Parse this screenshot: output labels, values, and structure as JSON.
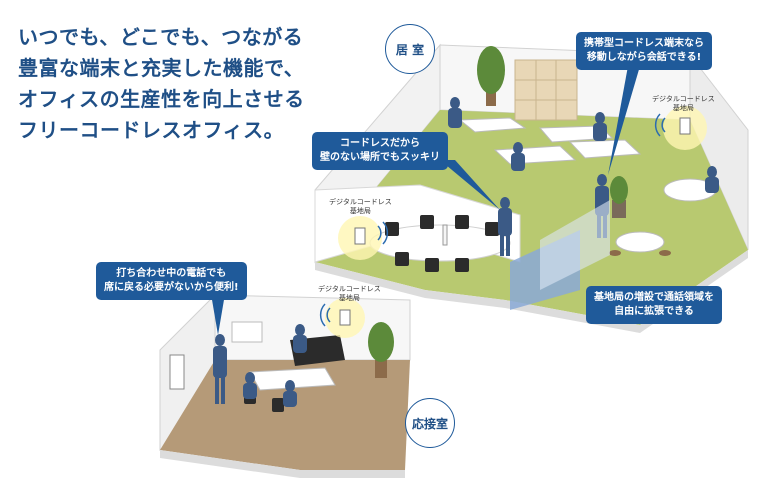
{
  "headline": {
    "line1": "いつでも、どこでも、つながる",
    "line2": "豊富な端末と充実した機能で、",
    "line3": "オフィスの生産性を向上させる",
    "line4": "フリーコードレスオフィス。"
  },
  "rooms": {
    "office": "居 室",
    "reception": "応接室"
  },
  "callouts": {
    "mobile": {
      "line1": "携帯型コードレス端末なら",
      "line2": "移動しながら会話できる!"
    },
    "cordless": {
      "line1": "コードレスだから",
      "line2": "壁のない場所でもスッキリ"
    },
    "meeting": {
      "line1": "打ち合わせ中の電話でも",
      "line2": "席に戻る必要がないから便利!"
    },
    "expand": {
      "line1": "基地局の増設で通話領域を",
      "line2": "自由に拡張できる"
    }
  },
  "stations": {
    "right": {
      "line1": "デジタルコードレス",
      "line2": "基地局"
    },
    "center": {
      "line1": "デジタルコードレス",
      "line2": "基地局"
    },
    "lower": {
      "line1": "デジタルコードレス",
      "line2": "基地局"
    }
  },
  "colors": {
    "accent": "#1f5a9a",
    "headline": "#1f4f86",
    "floor_office": "#b8c970",
    "floor_reception": "#b59a78",
    "wall": "#f4f4f4",
    "partition": "#8aa9d6"
  }
}
